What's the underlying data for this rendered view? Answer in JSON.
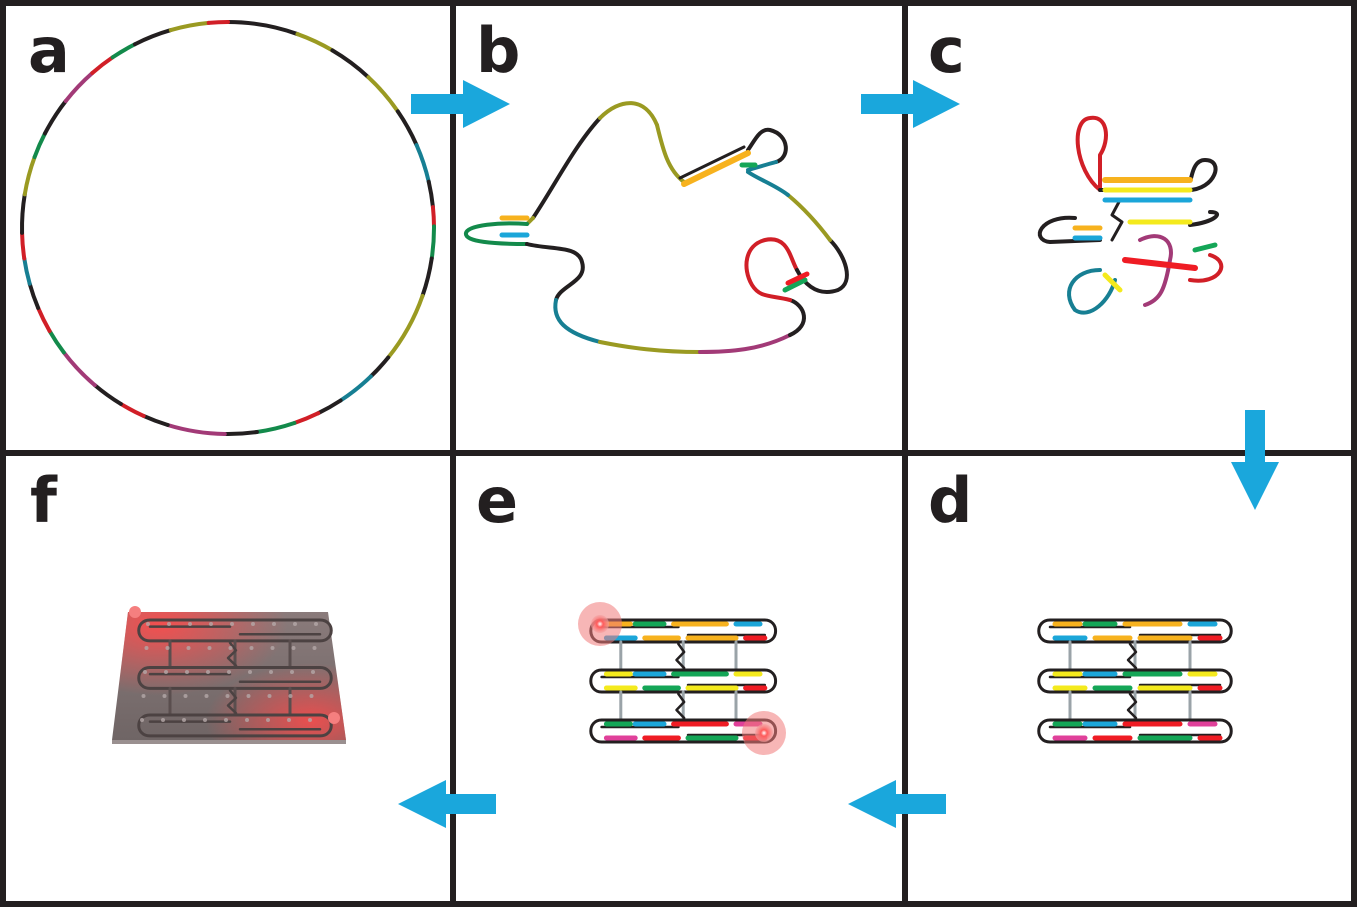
{
  "figure": {
    "panels": [
      {
        "id": "a",
        "label": "a",
        "description_key": "circular-ssRNA"
      },
      {
        "id": "b",
        "label": "b",
        "description_key": "partially-folded-strand"
      },
      {
        "id": "c",
        "label": "c",
        "description_key": "compacting-structure"
      },
      {
        "id": "d",
        "label": "d",
        "description_key": "folded-tile"
      },
      {
        "id": "e",
        "label": "e",
        "description_key": "tile-with-markers"
      },
      {
        "id": "f",
        "label": "f",
        "description_key": "3d-tile-render"
      }
    ],
    "flow_order": [
      "a",
      "b",
      "c",
      "d",
      "e",
      "f"
    ],
    "colors": {
      "grid_line": "#231f20",
      "arrow": "#1aa7dc",
      "backbone": "#231f20",
      "segment_olive": "#9a9a22",
      "segment_teal": "#177f93",
      "segment_green": "#138a4b",
      "segment_red": "#d11f27",
      "segment_magenta": "#a23a77",
      "helix_orange": "#f7b21e",
      "helix_cyan": "#1ba6d9",
      "helix_yellow": "#f4ea1d",
      "helix_pink": "#e0409a",
      "helix_green": "#14a657",
      "helix_red": "#ef1c24",
      "crossover_gray": "#9aa3a8",
      "marker_glow": "#f07a7a",
      "tile_3d": "#7d6d6d"
    }
  }
}
